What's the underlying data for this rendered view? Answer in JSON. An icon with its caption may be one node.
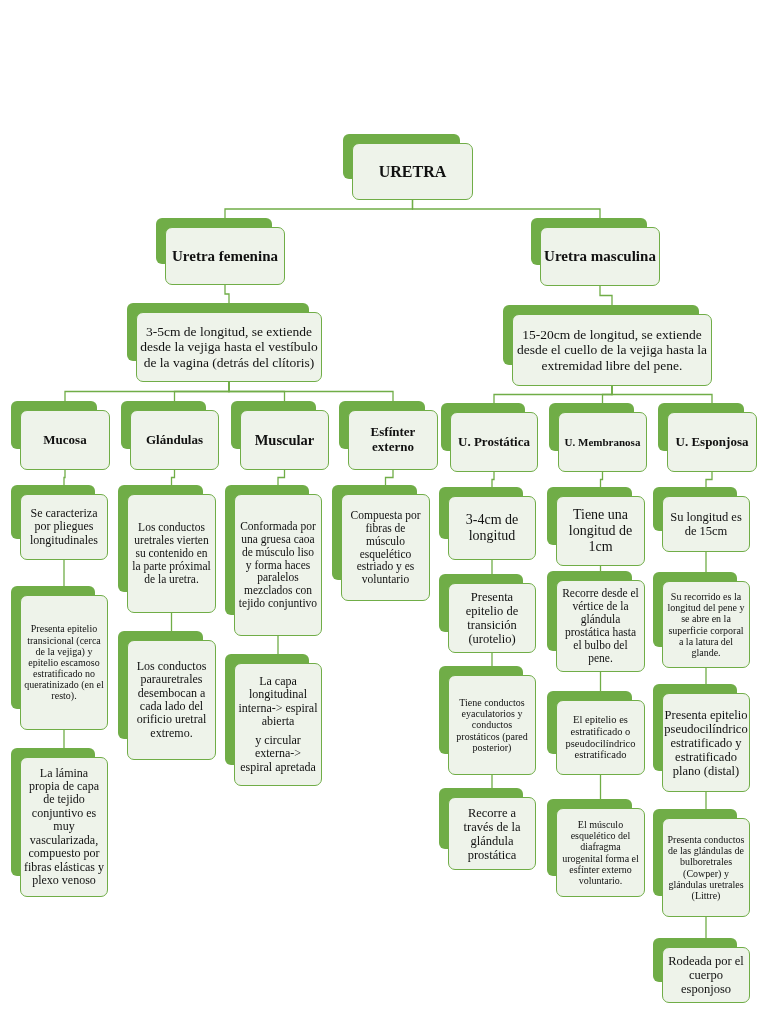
{
  "diagram": {
    "nodes": [
      {
        "text": [
          "URETRA"
        ]
      },
      {
        "text": [
          "Uretra femenina"
        ]
      },
      {
        "text": [
          "Uretra masculina"
        ]
      },
      {
        "text": [
          "3-5cm de longitud, se extiende desde la vejiga hasta el vestíbulo de la vagina (detrás del clítoris)"
        ]
      },
      {
        "text": [
          "15-20cm de longitud, se extiende desde el cuello de la vejiga hasta la extremidad libre del pene."
        ]
      },
      {
        "text": [
          "Mucosa"
        ]
      },
      {
        "text": [
          "Glándulas"
        ]
      },
      {
        "text": [
          "Muscular"
        ]
      },
      {
        "text": [
          "Esfínter externo"
        ]
      },
      {
        "text": [
          "U. Prostática"
        ]
      },
      {
        "text": [
          "U. Membranosa"
        ]
      },
      {
        "text": [
          "U. Esponjosa"
        ]
      },
      {
        "text": [
          "Se caracteriza por pliegues longitudinales"
        ]
      },
      {
        "text": [
          "Presenta epitelio transicional (cerca de la vejiga) y epitelio escamoso estratificado no queratinizado (en el resto)."
        ]
      },
      {
        "text": [
          "La lámina propia de capa de tejido conjuntivo es muy vascularizada, compuesto por fibras elásticas y plexo venoso"
        ]
      },
      {
        "text": [
          "Los conductos uretrales vierten su contenido en la parte próximal de la uretra."
        ]
      },
      {
        "text": [
          "Los conductos parauretrales desembocan a cada lado del orificio uretral extremo."
        ]
      },
      {
        "text": [
          "Conformada por una gruesa caoa de músculo liso y forma haces paralelos mezclados con tejido conjuntivo"
        ]
      },
      {
        "text": [
          "La capa longitudinal interna-> espiral abierta",
          "y circular externa-> espiral apretada"
        ]
      },
      {
        "text": [
          "Compuesta por fibras de músculo esquelético estriado y es voluntario"
        ]
      },
      {
        "text": [
          "3-4cm de longitud"
        ]
      },
      {
        "text": [
          "Presenta epitelio de transición (urotelio)"
        ]
      },
      {
        "text": [
          "Tiene conductos eyaculatorios y conductos prostáticos (pared posterior)"
        ]
      },
      {
        "text": [
          "Recorre a través de la glándula prostática"
        ]
      },
      {
        "text": [
          "Tiene una longitud de 1cm"
        ]
      },
      {
        "text": [
          "Recorre desde el vértice de la glándula prostática hasta el bulbo del pene."
        ]
      },
      {
        "text": [
          "El epitelio es estratificado o pseudocilíndrico estratificado"
        ]
      },
      {
        "text": [
          "El músculo esquelético del diafragma urogenital forma el esfínter externo voluntario."
        ]
      },
      {
        "text": [
          "Su longitud es de 15cm"
        ]
      },
      {
        "text": [
          "Su recorrido es la longitud del pene y se abre en la superficie corporal a la latura del glande."
        ]
      },
      {
        "text": [
          "Presenta epitelio pseudocilíndrico estratificado y estratificado plano (distal)"
        ]
      },
      {
        "text": [
          "Presenta conductos de las glándulas de bulboretrales (Cowper) y glándulas uretrales (Littre)"
        ]
      },
      {
        "text": [
          "Rodeada por el cuerpo esponjoso"
        ]
      }
    ],
    "edges": [
      {
        "from": 0,
        "to": 1,
        "arrow": "none"
      },
      {
        "from": 0,
        "to": 2,
        "arrow": "none"
      },
      {
        "from": 1,
        "to": 3,
        "arrow": "none"
      },
      {
        "from": 2,
        "to": 4,
        "arrow": "none"
      },
      {
        "from": 3,
        "to": 5,
        "arrow": "none"
      },
      {
        "from": 3,
        "to": 6,
        "arrow": "none"
      },
      {
        "from": 3,
        "to": 7,
        "arrow": "none"
      },
      {
        "from": 3,
        "to": 8,
        "arrow": "none"
      },
      {
        "from": 4,
        "to": 9,
        "arrow": "none"
      },
      {
        "from": 4,
        "to": 10,
        "arrow": "none"
      },
      {
        "from": 4,
        "to": 11,
        "arrow": "none"
      },
      {
        "from": 5,
        "to": 12,
        "arrow": "none"
      },
      {
        "from": 12,
        "to": 13,
        "arrow": "none"
      },
      {
        "from": 13,
        "to": 14,
        "arrow": "none"
      },
      {
        "from": 6,
        "to": 15,
        "arrow": "none"
      },
      {
        "from": 15,
        "to": 16,
        "arrow": "none"
      },
      {
        "from": 7,
        "to": 17,
        "arrow": "none"
      },
      {
        "from": 17,
        "to": 18,
        "arrow": "none"
      },
      {
        "from": 8,
        "to": 19,
        "arrow": "none"
      },
      {
        "from": 9,
        "to": 20,
        "arrow": "none"
      },
      {
        "from": 20,
        "to": 21,
        "arrow": "none"
      },
      {
        "from": 21,
        "to": 22,
        "arrow": "none"
      },
      {
        "from": 22,
        "to": 23,
        "arrow": "none"
      },
      {
        "from": 10,
        "to": 24,
        "arrow": "none"
      },
      {
        "from": 24,
        "to": 25,
        "arrow": "none"
      },
      {
        "from": 25,
        "to": 26,
        "arrow": "none"
      },
      {
        "from": 26,
        "to": 27,
        "arrow": "none"
      },
      {
        "from": 11,
        "to": 28,
        "arrow": "none"
      },
      {
        "from": 28,
        "to": 29,
        "arrow": "none"
      },
      {
        "from": 29,
        "to": 30,
        "arrow": "none"
      },
      {
        "from": 30,
        "to": 31,
        "arrow": "none"
      },
      {
        "from": 31,
        "to": 32,
        "arrow": "none"
      }
    ]
  }
}
